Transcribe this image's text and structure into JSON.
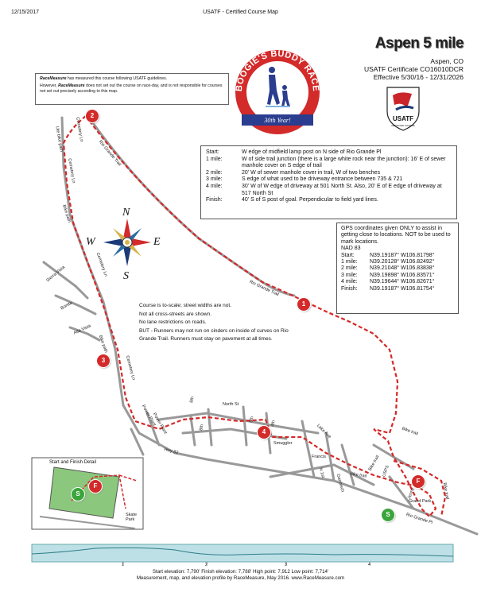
{
  "header": {
    "date": "12/15/2017",
    "center": "USATF - Certified Course Map"
  },
  "title": "Aspen 5 mile",
  "cert": {
    "location": "Aspen, CO",
    "certificate": "USATF Certificate CO16010DCR",
    "effective": "Effective 5/30/16 - 12/31/2026"
  },
  "logo": {
    "top_text": "BOOGIE'S BUDDY RACE",
    "banner": "30th Year!",
    "usatf": "USATF",
    "usatf_sub": "CERTIFIED COURSE"
  },
  "note": {
    "brand": "RaceMeasure",
    "line1": " has measured this course following USATF guidelines.",
    "line2a": "However, ",
    "line2b": " does not set out the course on race-day, and is not responsible for courses not set out precisely according to this map."
  },
  "start_box": {
    "rows": [
      {
        "k": "Start:",
        "v": "W edge of midfield lamp post on N side of Rio Grande Pl"
      },
      {
        "k": "1 mile:",
        "v": "W of side trail junction (there is a large white rock near the junction): 16' E of sewer manhole cover on S edge of trail"
      },
      {
        "k": "2 mile:",
        "v": "20' W of sewer manhole cover in trail, W of two benches"
      },
      {
        "k": "3 mile:",
        "v": "S edge of what used to be driveway entrance between 735 & 721"
      },
      {
        "k": "4 mile:",
        "v": "30' W of W edge of driveway at 501 North St.  Also, 20' E of E edge of driveway at 517 North St"
      },
      {
        "k": "Finish:",
        "v": "40' S of S post of goal. Perpendicular to field yard lines."
      }
    ]
  },
  "gps_box": {
    "intro": "GPS coordinates given ONLY to assist in getting close to locations. NOT to be used to mark locations.",
    "datum": "NAD 83",
    "rows": [
      {
        "k": "Start:",
        "v": "N39.19187° W106.81798°"
      },
      {
        "k": "1 mile:",
        "v": "N39.20128° W106.82492°"
      },
      {
        "k": "2 mile:",
        "v": "N39.21048° W106.83838°"
      },
      {
        "k": "3 mile:",
        "v": "N39.19898° W106.83571°"
      },
      {
        "k": "4 mile:",
        "v": "N39.19644° W106.82671°"
      },
      {
        "k": "Finish:",
        "v": "N39.19187° W106.81754°"
      }
    ]
  },
  "course_note": {
    "l1": "Course is to-scale; street widths are not.",
    "l2": "Not all cross-streets are shown.",
    "l3": "No lane restrictions on roads.",
    "l4": "BUT - Runners may not run on cinders on inside of curves on Rio Grande Trail.  Runners must stay on pavement at all times."
  },
  "compass": {
    "n": "N",
    "s": "S",
    "e": "E",
    "w": "W"
  },
  "markers": {
    "m1": "1",
    "m2": "2",
    "m3": "3",
    "m4": "4",
    "f": "F",
    "s": "S"
  },
  "streets": {
    "cemetery_ln_top": "Cemetery Ln",
    "ute_bike_path": "Ute bike path",
    "cemetery_ln_2": "Cemetery Ln",
    "bike_path_1": "Bike path",
    "rio_grande_trail_1": "Rio Grande Trail",
    "rio_grande_trail_2": "Rio Grande Trail",
    "sierra_vista": "Sierra Vista",
    "bonita": "Bonita",
    "alta_vista": "Alta Vista",
    "cemetery_ln_3": "Cemetery Ln",
    "cemetery_ln_4": "Cemetery Ln",
    "bike_path_2": "Bike path",
    "power_plant": "Power Plant",
    "power_plant_2": "Power Plant",
    "eighth": "8th",
    "eighth_b": "8th",
    "north_st": "North St",
    "fifth": "5th",
    "fourth": "4th",
    "smuggler": "Smuggler",
    "hwy82": "Hwy 82",
    "lake_ave": "Lake Ave",
    "francis": "Francis",
    "garmisch": "Garmisch",
    "first_st": "N 1st",
    "bike_trail_1": "Bike trail",
    "bike_trail_2": "Bike trail",
    "bike_trail_3": "Bike trail",
    "bike_trail_4": "Bike trail",
    "usps": "USPS",
    "jenny": "Jenny",
    "grand_park": "Grand Park",
    "rio_grande_pl": "Rio Grande Pl",
    "skate_park": "Skate Park"
  },
  "detail": {
    "title": "Start and Finish Detail"
  },
  "profile": {
    "ticks": [
      "1",
      "2",
      "3",
      "4"
    ]
  },
  "footer": {
    "line1": "Start elevation: 7,790'  Finish elevation: 7,788'  High point: 7,912  Low point: 7,714'",
    "line2": "Measurement, map, and elevation profile by RaceMeasure, May 2016.  www.RaceMeasure.com"
  },
  "colors": {
    "route": "#d62828",
    "marker": "#d32a2a",
    "start": "#3aa53a",
    "park": "#8bc77c",
    "profile": "#bde0e6"
  }
}
